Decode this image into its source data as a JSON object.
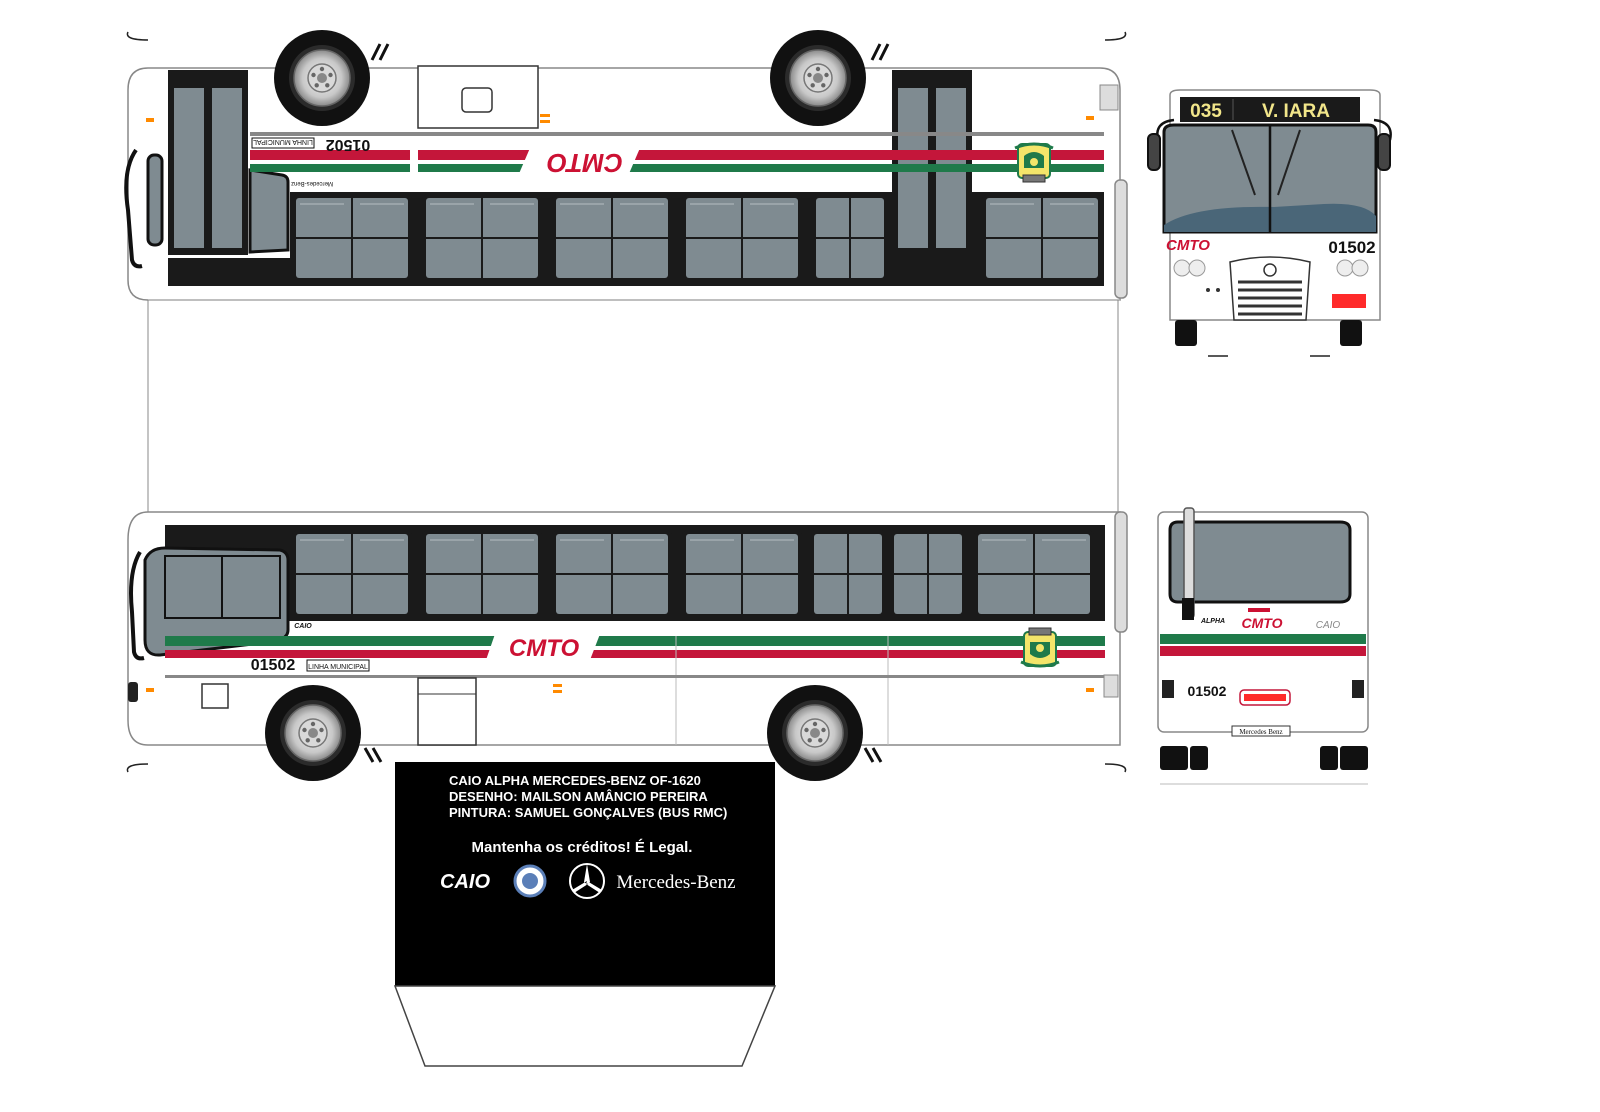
{
  "brand": {
    "operator": "CMTO",
    "fleet_number": "01502",
    "line_label": "LINHA MUNICIPAL",
    "body_maker": "CAIO",
    "model": "ALPHA",
    "chassis": "Mercedes-Benz",
    "chassis_rear": "Mercedes Benz"
  },
  "destination_sign": {
    "route_number": "035",
    "destination": "V. IARA"
  },
  "credits": {
    "line1": "CAIO ALPHA MERCEDES-BENZ OF-1620",
    "line2": "DESENHO: MAILSON AMÂNCIO PEREIRA",
    "line3": "PINTURA: SAMUEL GONÇALVES (BUS RMC)",
    "notice": "Mantenha os créditos! É Legal.",
    "logo_left": "CAIO",
    "logo_right": "Mercedes-Benz"
  },
  "colors": {
    "body": "#ffffff",
    "red_stripe": "#c4163a",
    "green_stripe": "#1f7a4a",
    "glass": "#7f8b91",
    "window_frame": "#1a1a1a",
    "marker_light": "#ff8a00",
    "brand_red": "#cc1133",
    "credits_panel": "#000000",
    "sign_text": "#f2e68a"
  }
}
